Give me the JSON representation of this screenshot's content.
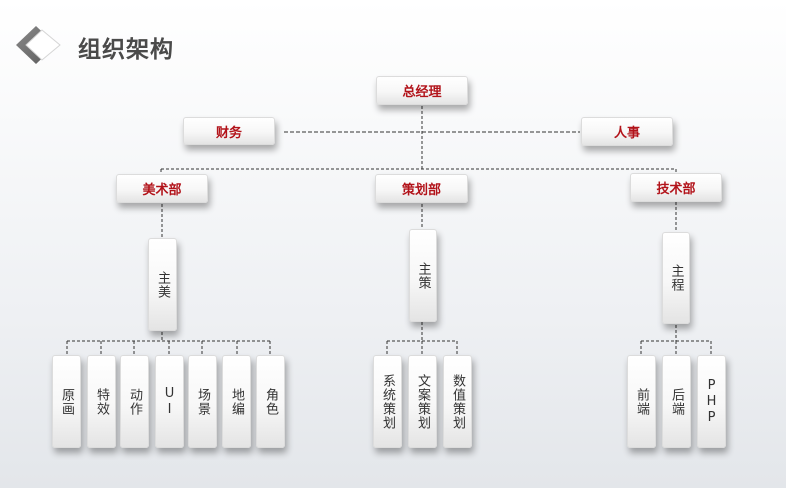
{
  "header": {
    "title": "组织架构",
    "logo_icon": "diamond-logo-icon"
  },
  "org": {
    "ceo": "总经理",
    "finance": "财务",
    "hr": "人事",
    "departments": [
      {
        "name": "美术部",
        "lead": "主美",
        "members": [
          "原画",
          "特效",
          "动作",
          "UI",
          "场景",
          "地编",
          "角色"
        ]
      },
      {
        "name": "策划部",
        "lead": "主策",
        "members": [
          "系统策划",
          "文案策划",
          "数值策划"
        ]
      },
      {
        "name": "技术部",
        "lead": "主程",
        "members": [
          "前端",
          "后端",
          "PHP"
        ]
      }
    ]
  },
  "colors": {
    "accent": "#b2131a",
    "text": "#333333",
    "line": "#333333"
  }
}
